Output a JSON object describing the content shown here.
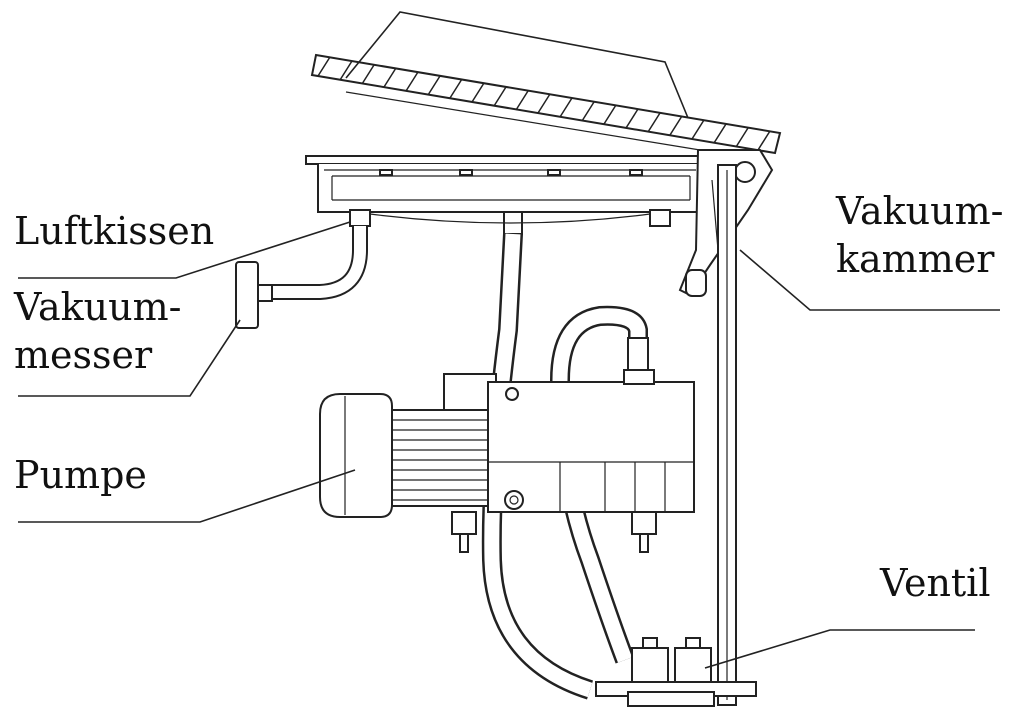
{
  "labels": {
    "luftkissen": "Luftkissen",
    "vakuummesser_1": "Vakuum-",
    "vakuummesser_2": "messer",
    "pumpe": "Pumpe",
    "vakuumkammer_1": "Vakuum-",
    "vakuumkammer_2": "kammer",
    "ventil": "Ventil"
  }
}
